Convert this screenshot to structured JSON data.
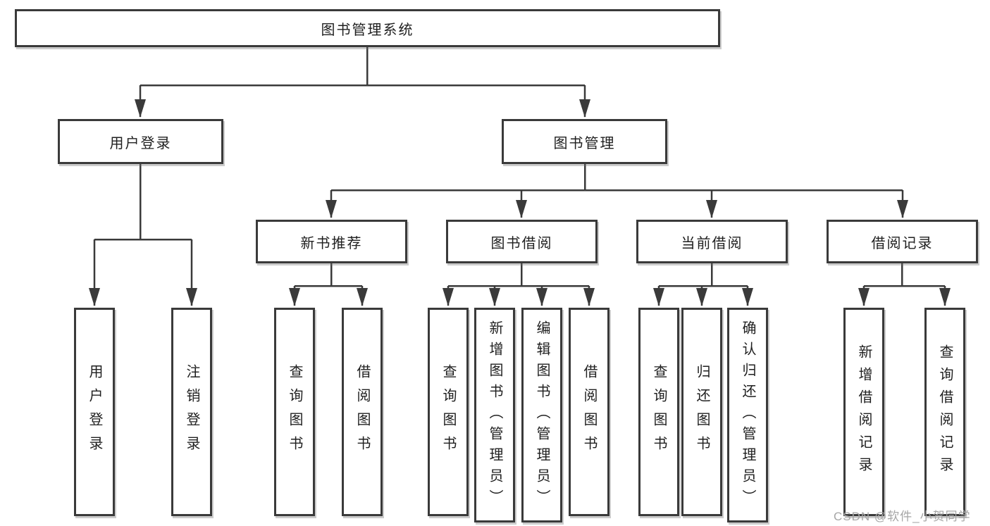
{
  "diagram": {
    "root": {
      "label": "图书管理系统"
    },
    "level2": [
      {
        "label": "用户登录"
      },
      {
        "label": "图书管理"
      }
    ],
    "level3": [
      {
        "label": "新书推荐",
        "parent": "图书管理"
      },
      {
        "label": "图书借阅",
        "parent": "图书管理"
      },
      {
        "label": "当前借阅",
        "parent": "图书管理"
      },
      {
        "label": "借阅记录",
        "parent": "图书管理"
      }
    ],
    "leaves": [
      {
        "label": "用户登录",
        "parent": "用户登录"
      },
      {
        "label": "注销登录",
        "parent": "用户登录"
      },
      {
        "label": "查询图书",
        "parent": "新书推荐"
      },
      {
        "label": "借阅图书",
        "parent": "新书推荐"
      },
      {
        "label": "查询图书",
        "parent": "图书借阅"
      },
      {
        "label": "新增图书（管理员）",
        "parent": "图书借阅"
      },
      {
        "label": "编辑图书（管理员）",
        "parent": "图书借阅"
      },
      {
        "label": "借阅图书",
        "parent": "图书借阅"
      },
      {
        "label": "查询图书",
        "parent": "当前借阅"
      },
      {
        "label": "归还图书",
        "parent": "当前借阅"
      },
      {
        "label": "确认归还（管理员）",
        "parent": "当前借阅"
      },
      {
        "label": "新增借阅记录",
        "parent": "借阅记录"
      },
      {
        "label": "查询借阅记录",
        "parent": "借阅记录"
      }
    ]
  },
  "watermark": {
    "text": "CSDN @软件_小贺同学"
  },
  "colors": {
    "line": "#3a3a3a",
    "box_border": "#3a3a3a",
    "box_fill": "#ffffff",
    "text": "#1f1f1f",
    "watermark": "#a6a6a6",
    "background": "#ffffff"
  }
}
